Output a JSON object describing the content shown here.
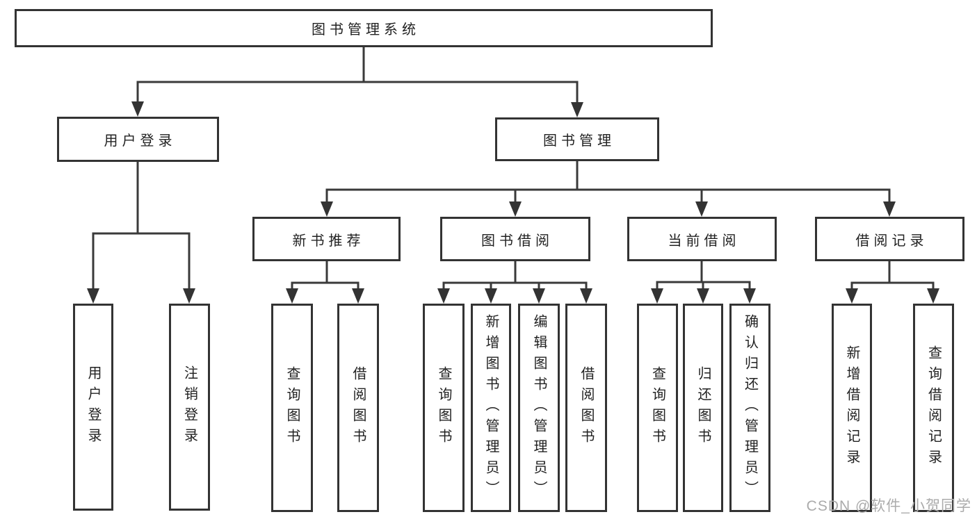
{
  "diagram": {
    "root": {
      "label": "图书管理系统"
    },
    "branches": [
      {
        "label": "用户登录",
        "children": [
          {
            "label": "用户登录"
          },
          {
            "label": "注销登录"
          }
        ]
      },
      {
        "label": "图书管理",
        "groups": [
          {
            "label": "新书推荐",
            "children": [
              {
                "label": "查询图书"
              },
              {
                "label": "借阅图书"
              }
            ]
          },
          {
            "label": "图书借阅",
            "children": [
              {
                "label": "查询图书"
              },
              {
                "label": "新增图书（管理员）"
              },
              {
                "label": "编辑图书（管理员）"
              },
              {
                "label": "借阅图书"
              }
            ]
          },
          {
            "label": "当前借阅",
            "children": [
              {
                "label": "查询图书"
              },
              {
                "label": "归还图书"
              },
              {
                "label": "确认归还（管理员）"
              }
            ]
          },
          {
            "label": "借阅记录",
            "children": [
              {
                "label": "新增借阅记录"
              },
              {
                "label": "查询借阅记录"
              }
            ]
          }
        ]
      }
    ]
  },
  "watermark": "CSDN @软件_小贺同学",
  "colors": {
    "line": "#3a3a3a",
    "border": "#333333",
    "text": "#222222",
    "watermark": "#ababab",
    "background": "#ffffff"
  }
}
